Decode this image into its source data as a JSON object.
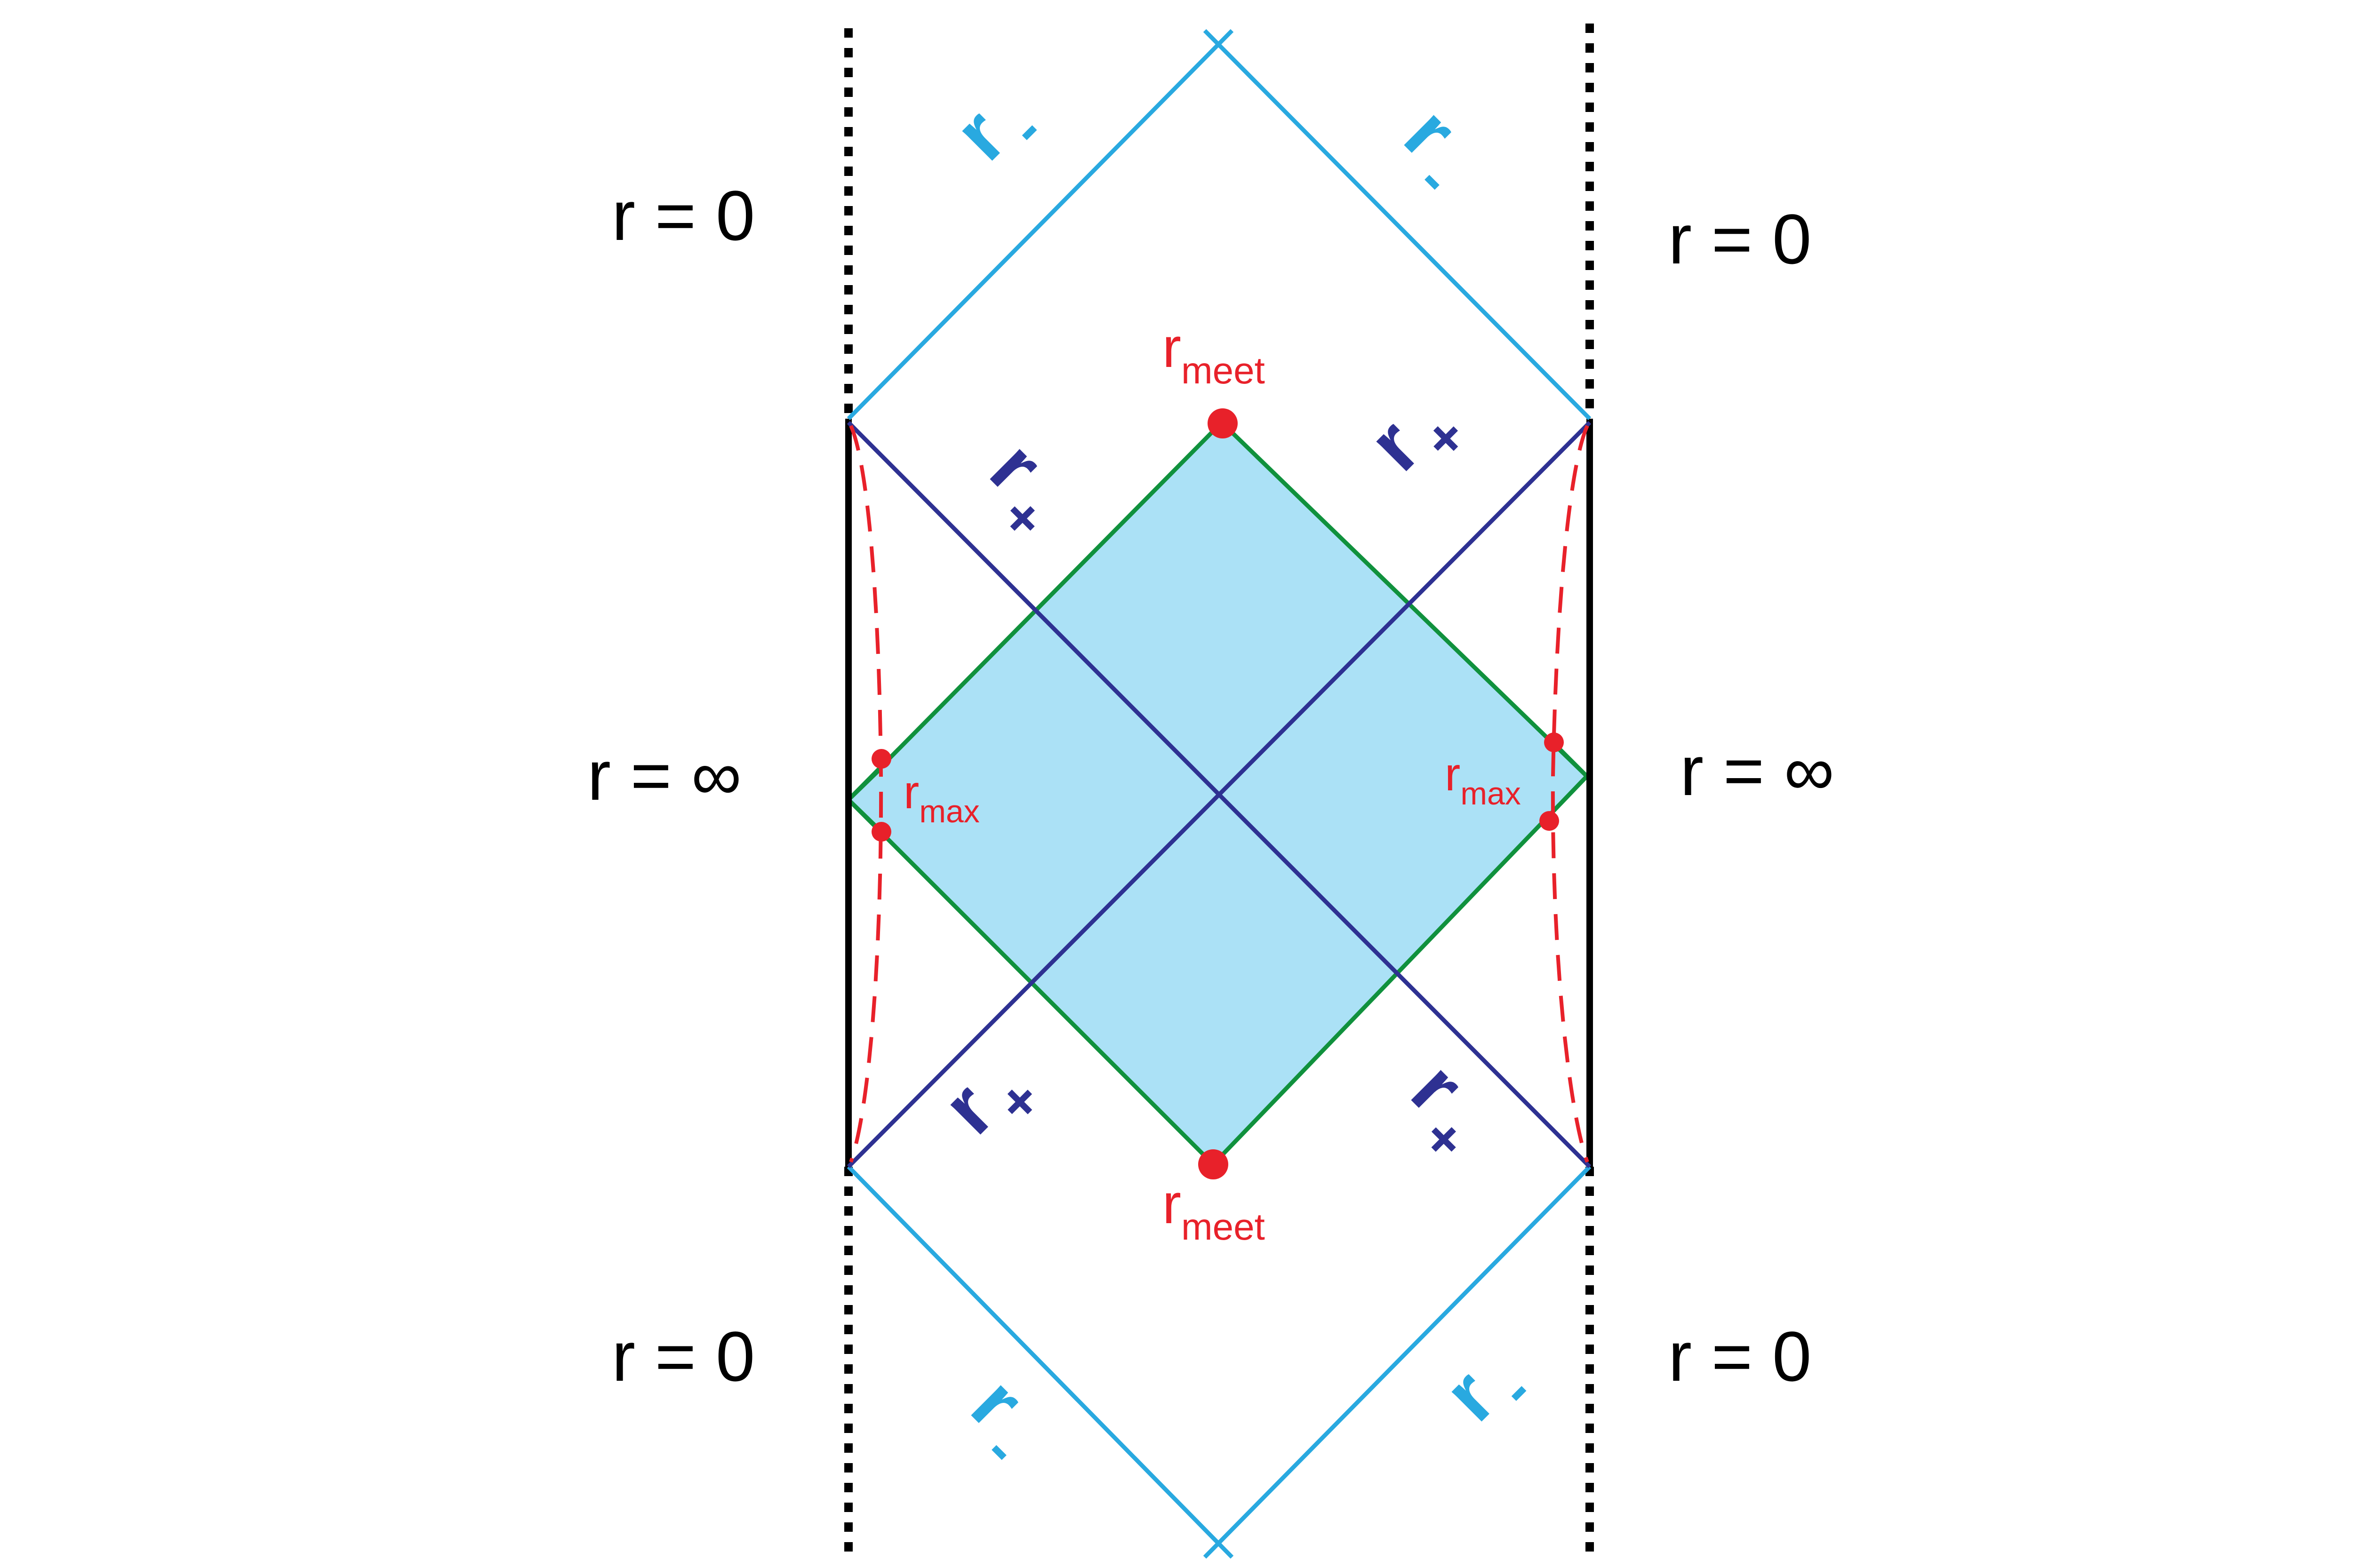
{
  "colors": {
    "black": "#000000",
    "light_blue": "#29a9e0",
    "dark_blue": "#2e3192",
    "green": "#10913d",
    "red": "#e8212a",
    "fill": "#abe1f6"
  },
  "labels": {
    "r0_top_left": "r = 0",
    "r0_top_right": "r = 0",
    "rinf_left": "r = ∞",
    "rinf_right": "r = ∞",
    "r0_bottom_left": "r = 0",
    "r0_bottom_right": "r = 0",
    "r_meet_top_base": "r",
    "r_meet_top_sub": "meet",
    "r_meet_bottom_base": "r",
    "r_meet_bottom_sub": "meet",
    "r_max_left_base": "r",
    "r_max_left_sub": "max",
    "r_max_right_base": "r",
    "r_max_right_sub": "max"
  },
  "horizon_glyphs": {
    "outer_symbol": "r",
    "outer_mark": "-",
    "inner_symbol": "r",
    "inner_mark": "+"
  }
}
